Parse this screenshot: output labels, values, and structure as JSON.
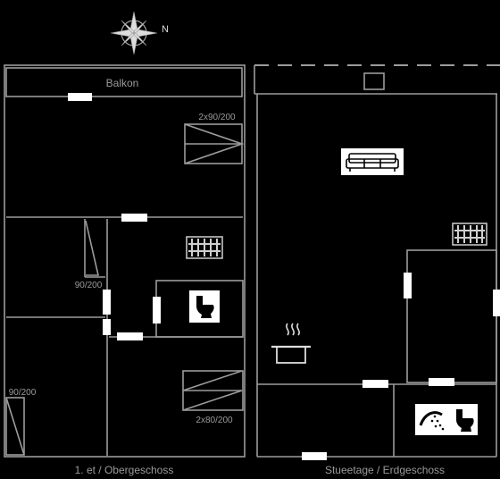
{
  "compass": {
    "north_label": "N",
    "icon": "compass-rose-icon"
  },
  "upper_floor": {
    "caption": "1. et / Obergeschoss",
    "balcony_label": "Balkon",
    "beds": [
      {
        "label": "2x90/200"
      },
      {
        "label": "90/200"
      },
      {
        "label": "90/200"
      },
      {
        "label": "2x80/200"
      }
    ],
    "icons": [
      "radiator-icon",
      "toilet-icon"
    ]
  },
  "ground_floor": {
    "caption": "Stueetage / Erdgeschoss",
    "icons": [
      "chimney-icon",
      "sofa-icon",
      "radiator-icon",
      "cooking-pot-icon",
      "shower-icon",
      "toilet-icon"
    ]
  },
  "colors": {
    "background": "#000000",
    "walls": "#9c9c9c",
    "doors": "#ffffff",
    "text": "#9a9a9a"
  }
}
